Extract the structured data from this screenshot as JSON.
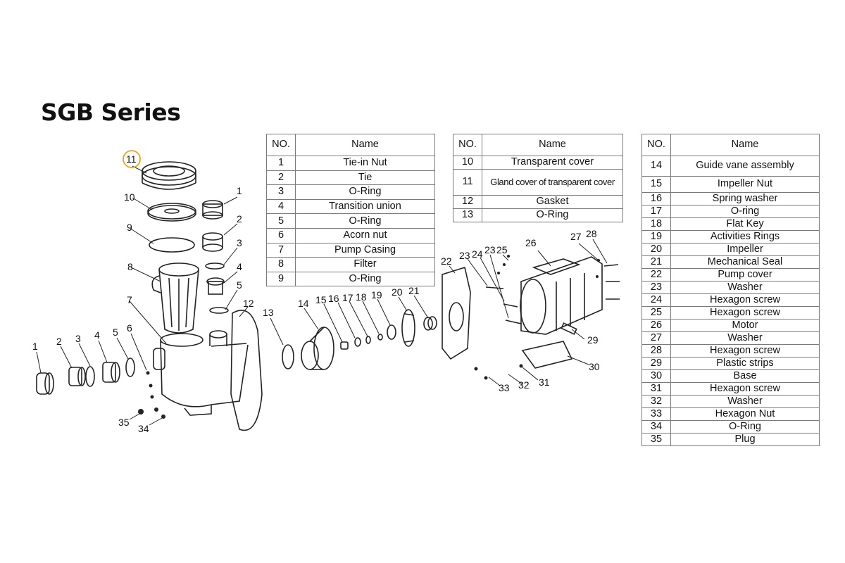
{
  "title": "SGB Series",
  "table1": {
    "headers": [
      "NO.",
      "Name"
    ],
    "rows": [
      [
        "1",
        "Tie-in Nut"
      ],
      [
        "2",
        "Tie"
      ],
      [
        "3",
        "O-Ring"
      ],
      [
        "4",
        "Transition union"
      ],
      [
        "5",
        "O-Ring"
      ],
      [
        "6",
        "Acorn nut"
      ],
      [
        "7",
        "Pump Casing"
      ],
      [
        "8",
        "Filter"
      ],
      [
        "9",
        "O-Ring"
      ]
    ]
  },
  "table2": {
    "headers": [
      "NO.",
      "Name"
    ],
    "rows": [
      [
        "10",
        "Transparent cover"
      ],
      [
        "11",
        "Gland cover of transparent cover"
      ],
      [
        "12",
        "Gasket"
      ],
      [
        "13",
        "O-Ring"
      ]
    ]
  },
  "table3": {
    "headers": [
      "NO.",
      "Name"
    ],
    "rows": [
      [
        "14",
        "Guide vane assembly"
      ],
      [
        "15",
        "Impeller Nut"
      ],
      [
        "16",
        "Spring washer"
      ],
      [
        "17",
        "O-ring"
      ],
      [
        "18",
        "Flat Key"
      ],
      [
        "19",
        "Activities Rings"
      ],
      [
        "20",
        "Impeller"
      ],
      [
        "21",
        "Mechanical Seal"
      ],
      [
        "22",
        "Pump cover"
      ],
      [
        "23",
        "Washer"
      ],
      [
        "24",
        "Hexagon screw"
      ],
      [
        "25",
        "Hexagon screw"
      ],
      [
        "26",
        "Motor"
      ],
      [
        "27",
        "Washer"
      ],
      [
        "28",
        "Hexagon screw"
      ],
      [
        "29",
        "Plastic strips"
      ],
      [
        "30",
        "Base"
      ],
      [
        "31",
        "Hexagon screw"
      ],
      [
        "32",
        "Washer"
      ],
      [
        "33",
        "Hexagon Nut"
      ],
      [
        "34",
        "O-Ring"
      ],
      [
        "35",
        "Plug"
      ]
    ]
  },
  "diagram_labels": [
    "1",
    "2",
    "3",
    "4",
    "5",
    "6",
    "7",
    "8",
    "9",
    "10",
    "11",
    "12",
    "13",
    "14",
    "15",
    "16",
    "17",
    "18",
    "19",
    "20",
    "21",
    "22",
    "23",
    "24",
    "25",
    "26",
    "27",
    "28",
    "29",
    "30",
    "31",
    "32",
    "33",
    "34",
    "35",
    "1",
    "2",
    "3",
    "4",
    "5"
  ],
  "colors": {
    "line": "#222222",
    "highlight_circle": "#f0a020",
    "table_border": "#7a7a7a"
  }
}
